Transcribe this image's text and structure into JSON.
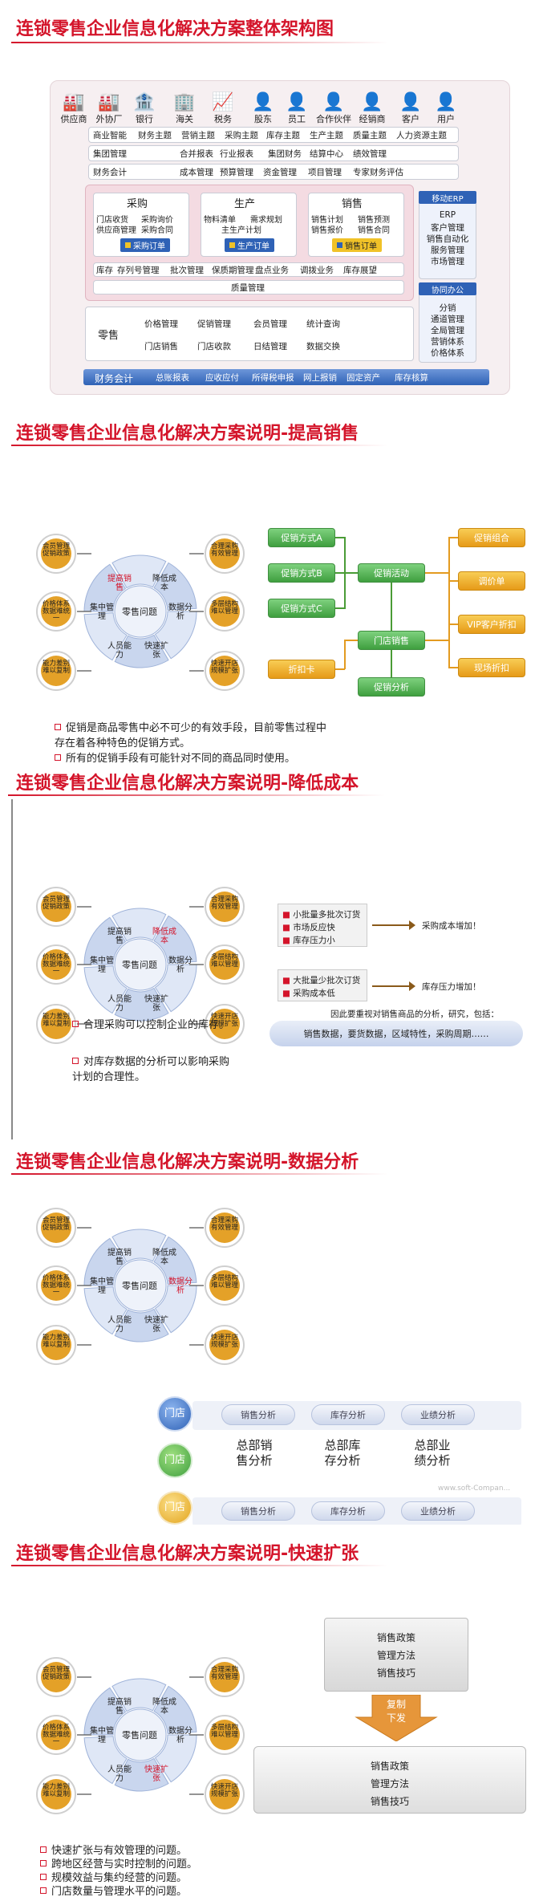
{
  "titles": {
    "s1": "连锁零售企业信息化解决方案整体架构图",
    "s2": "连锁零售企业信息化解决方案说明-提高销售",
    "s3": "连锁零售企业信息化解决方案说明-降低成本",
    "s4": "连锁零售企业信息化解决方案说明-数据分析",
    "s5": "连锁零售企业信息化解决方案说明-快速扩张"
  },
  "arch": {
    "people": [
      "供应商",
      "外协厂",
      "银行",
      "海关",
      "税务",
      "股东",
      "员工",
      "合作伙伴",
      "经销商",
      "客户",
      "用户"
    ],
    "row1": [
      "商业智能",
      "财务主题",
      "营销主题",
      "采购主题",
      "库存主题",
      "生产主题",
      "质量主题",
      "人力资源主题"
    ],
    "row2": [
      "集团管理",
      "合并报表",
      "行业报表",
      "集团财务",
      "结算中心",
      "绩效管理"
    ],
    "row3": [
      "财务会计",
      "成本管理",
      "预算管理",
      "资金管理",
      "项目管理",
      "专家财务评估"
    ],
    "procure": {
      "title": "采购",
      "items": [
        "门店收货",
        "采购询价",
        "供应商管理",
        "采购合同"
      ],
      "order": "采购订单"
    },
    "produce": {
      "title": "生产",
      "items": [
        "物料清单",
        "需求规划",
        "主生产计划"
      ],
      "order": "生产订单"
    },
    "sales": {
      "title": "销售",
      "items": [
        "销售计划",
        "销售预测",
        "销售报价",
        "销售合同"
      ],
      "order": "销售订单"
    },
    "inventory": [
      "库存",
      "存列号管理",
      "批次管理",
      "保质期管理",
      "盘点业务",
      "调拨业务",
      "库存展望"
    ],
    "quality": "质量管理",
    "retail": {
      "title": "零售",
      "r1": [
        "价格管理",
        "促销管理",
        "会员管理",
        "统计查询"
      ],
      "r2": [
        "门店销售",
        "门店收款",
        "日结管理",
        "数据交换"
      ]
    },
    "mobile": {
      "title": "移动ERP",
      "items": [
        "ERP",
        "客户管理",
        "销售自动化",
        "服务管理",
        "市场管理"
      ]
    },
    "collab": {
      "title": "协同办公",
      "items": [
        "分销",
        "通道管理",
        "全局管理",
        "营销体系",
        "价格体系"
      ]
    },
    "bottom": [
      "财务会计",
      "总账报表",
      "应收应付",
      "所得税申报",
      "网上报销",
      "固定资产",
      "库存核算"
    ]
  },
  "wheel": {
    "center": "零售问题",
    "segments": [
      "提高销售",
      "降低成本",
      "数据分析",
      "快速扩张",
      "人员能力",
      "集中管理"
    ],
    "outer": [
      "会员管理促销政策",
      "价格体系数据难统一",
      "能力差别难以复制",
      "快速开店规模扩张",
      "多层结构难以管理",
      "合理采购有效管理"
    ]
  },
  "s2": {
    "methods": [
      "促销方式A",
      "促销方式B",
      "促销方式C"
    ],
    "activity": "促销活动",
    "store": "门店销售",
    "analysis": "促销分析",
    "card": "折扣卡",
    "right": [
      "促销组合",
      "调价单",
      "VIP客户折扣",
      "现场折扣"
    ],
    "bullets": [
      "促销是商品零售中必不可少的有效手段，目前零售过程中存在着各种特色的促销方式。",
      "所有的促销手段有可能针对不同的商品同时使用。"
    ]
  },
  "s3": {
    "box1": [
      "小批量多批次订货",
      "市场反应快",
      "库存压力小"
    ],
    "result1": "采购成本增加！",
    "box2": [
      "大批量少批次订货",
      "采购成本低"
    ],
    "result2": "库存压力增加！",
    "note": "因此要重视对销售商品的分析，研究，包括：",
    "bar": "销售数据，要货数据，区域特性，采购周期……",
    "bullets": [
      "合理采购可以控制企业的库存。",
      "对库存数据的分析可以影响采购计划的合理性。"
    ]
  },
  "s4": {
    "store_label": "门店",
    "row1": [
      "销售分析",
      "库存分析",
      "业绩分析"
    ],
    "center": [
      "总部销售分析",
      "总部库存分析",
      "总部业绩分析"
    ],
    "row3": [
      "销售分析",
      "库存分析",
      "业绩分析"
    ],
    "watermark": "www.soft-Compan..."
  },
  "s5": {
    "box1": [
      "销售政策",
      "管理方法",
      "销售技巧"
    ],
    "arrow": "复制下发",
    "box2": [
      "销售政策",
      "管理方法",
      "销售技巧"
    ],
    "bullets": [
      "快速扩张与有效管理的问题。",
      "跨地区经营与实时控制的问题。",
      "规模效益与集约经营的问题。",
      "门店数量与管理水平的问题。"
    ]
  },
  "colors": {
    "red": "#d4142a",
    "blue": "#2f62b6",
    "green": "#4a9c36",
    "orange": "#e39b20"
  }
}
